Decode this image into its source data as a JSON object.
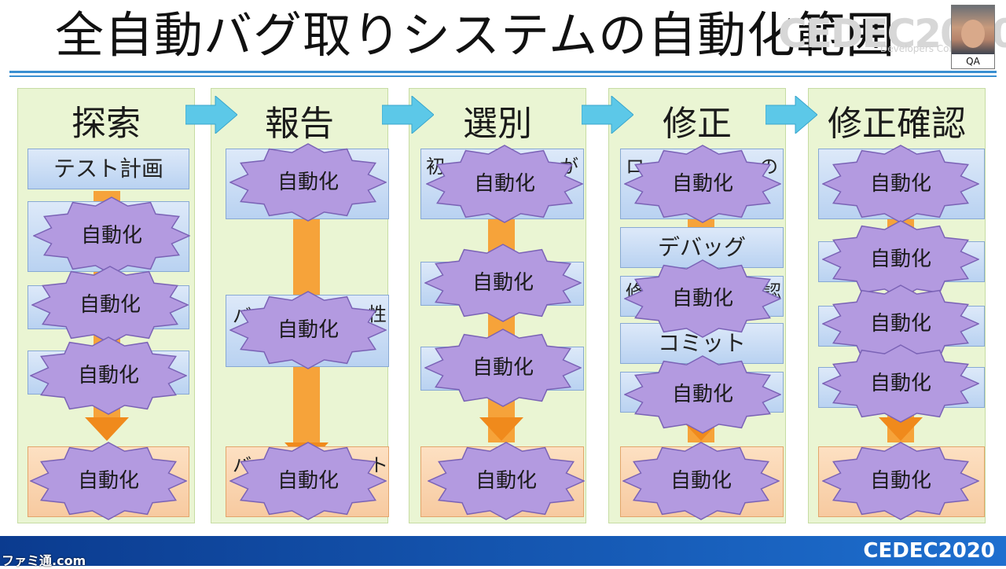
{
  "slide": {
    "title": "全自動バグ取りシステムの自動化範囲",
    "watermark_logo": "CEDEC2020",
    "watermark_sub": "Developers Conference",
    "camera_label": "QA"
  },
  "stages": [
    {
      "title": "探索",
      "visible_box_texts": [
        "テスト計画"
      ]
    },
    {
      "title": "報告",
      "visible_box_texts": [
        "バ",
        "性",
        "バ",
        "ト"
      ]
    },
    {
      "title": "選別",
      "visible_box_texts": [
        "初",
        "が"
      ]
    },
    {
      "title": "修正",
      "visible_box_texts": [
        "ロ",
        "の",
        "デバッグ",
        "修",
        "認",
        "コミット"
      ]
    },
    {
      "title": "修正確認",
      "visible_box_texts": []
    }
  ],
  "burst_label": "自動化",
  "colors": {
    "stage_bg": "#eaf5d3",
    "box_blue": "#c9dcf5",
    "box_peach": "#f9d3ad",
    "burst_fill": "#b39ae0",
    "flow_arrow": "#f6a33a",
    "stage_arrow": "#5cc8e8",
    "title_rule": "#3a8fd1"
  },
  "footer": {
    "logo": "CEDEC2020",
    "corner_logo": "ファミ通.com"
  }
}
